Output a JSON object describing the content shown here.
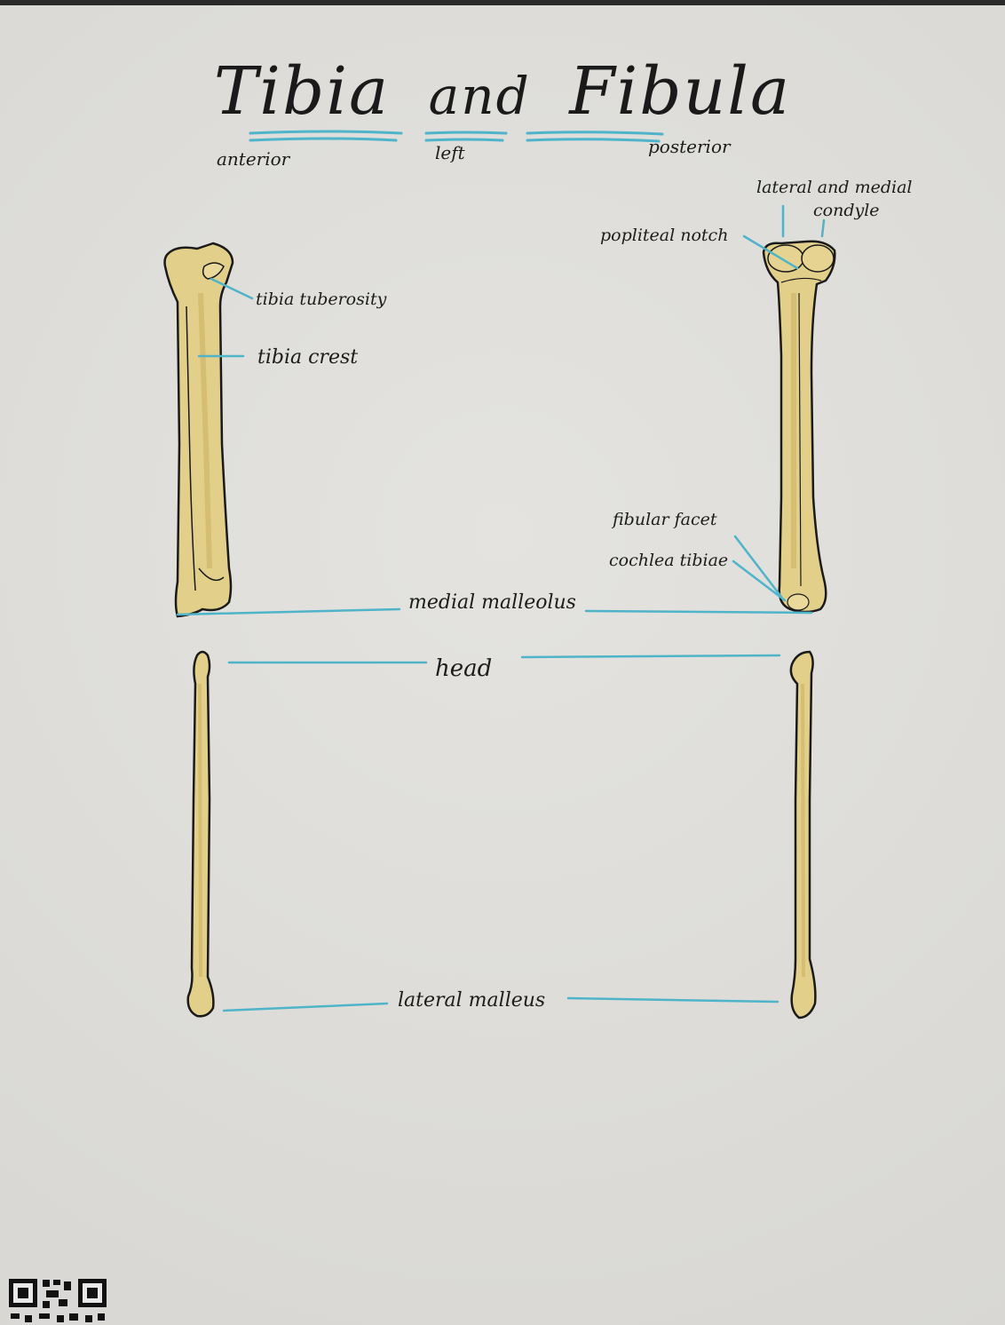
{
  "title": {
    "word1": "Tibia",
    "word2": "and",
    "word3": "Fibula"
  },
  "views": {
    "anterior": "anterior",
    "left": "left",
    "posterior": "posterior"
  },
  "labels": {
    "lateral_medial_condyle_1": "lateral and medial",
    "lateral_medial_condyle_2": "condyle",
    "popliteal_notch": "popliteal notch",
    "tibia_tuberosity": "tibia tuberosity",
    "tibia_crest": "tibia crest",
    "fibular_facet": "fibular facet",
    "cochlea_tibiae": "cochlea tibiae",
    "medial_malleolus": "medial malleolus",
    "head": "head",
    "lateral_malleus": "lateral malleus"
  },
  "colors": {
    "bone_fill": "#e2cf8a",
    "bone_shade": "#cdb060",
    "outline": "#1a1a1a",
    "leader_line": "#4fb3c9",
    "paper": "#deddd9"
  }
}
